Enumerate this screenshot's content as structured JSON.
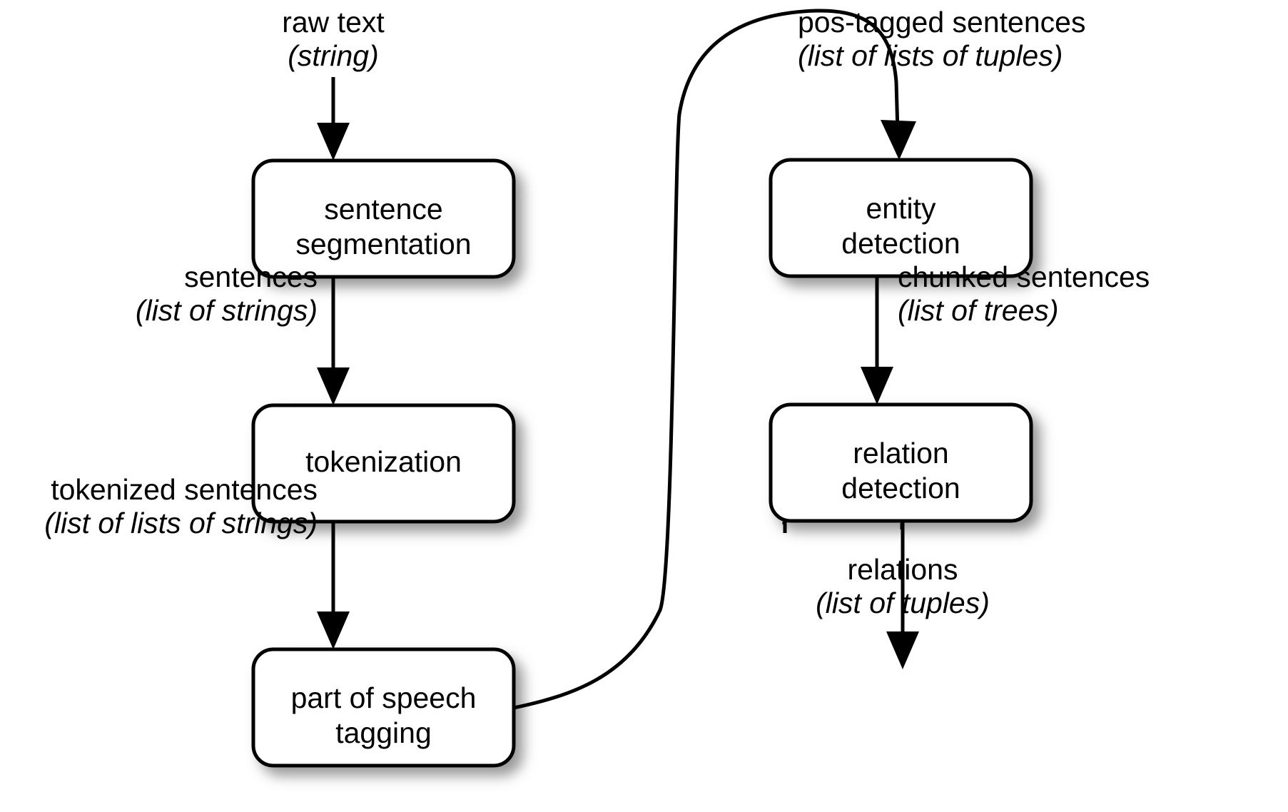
{
  "diagram": {
    "title": "Information extraction pipeline",
    "colors": {
      "box_fill": "#ffffff",
      "box_stroke": "#000000",
      "text": "#000000",
      "background": "#ffffff",
      "shadow": "#9a9a9a"
    },
    "nodes": [
      {
        "id": "sentence-segmentation",
        "line1": "sentence",
        "line2": "segmentation"
      },
      {
        "id": "tokenization",
        "line1": "tokenization",
        "line2": ""
      },
      {
        "id": "part-of-speech-tagging",
        "line1": "part of speech",
        "line2": "tagging"
      },
      {
        "id": "entity-detection",
        "line1": "entity",
        "line2": "detection"
      },
      {
        "id": "relation-detection",
        "line1": "relation",
        "line2": "detection"
      }
    ],
    "edge_labels": [
      {
        "id": "raw-text",
        "name": "raw text",
        "type": "(string)"
      },
      {
        "id": "sentences",
        "name": "sentences",
        "type": "(list of strings)"
      },
      {
        "id": "tokenized-sentences",
        "name": "tokenized sentences",
        "type": "(list of lists of strings)"
      },
      {
        "id": "pos-tagged-sentences",
        "name": "pos-tagged sentences",
        "type": "(list of lists of tuples)"
      },
      {
        "id": "chunked-sentences",
        "name": "chunked sentences",
        "type": "(list of trees)"
      },
      {
        "id": "relations",
        "name": "relations",
        "type": "(list of tuples)"
      }
    ]
  }
}
